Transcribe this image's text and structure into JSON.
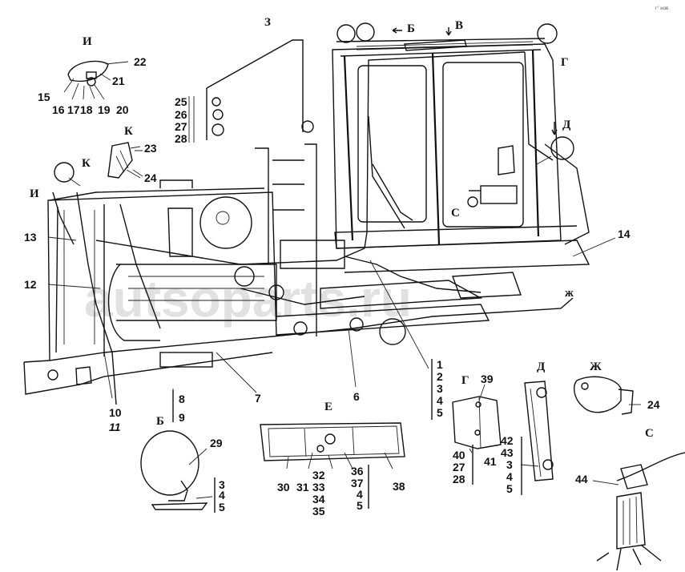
{
  "corner_mark": "г° нов",
  "watermark": "autsoparts.ru",
  "view_letters": {
    "I": "И",
    "K": "К",
    "Z": "З",
    "B": "Б",
    "V": "В",
    "G": "Г",
    "D": "Д",
    "E": "Е",
    "ZH": "Ж",
    "S": "С",
    "K2": "К",
    "I2": "И",
    "B2": "Б",
    "G2": "Г",
    "D2": "Д",
    "ZH2": "Ж",
    "ZH3": "ж",
    "S2": "С"
  },
  "callouts": {
    "n1": "1",
    "n2": "2",
    "n3": "3",
    "n4": "4",
    "n5": "5",
    "n6": "6",
    "n7": "7",
    "n8": "8",
    "n9": "9",
    "n10": "10",
    "n11": "11",
    "n12": "12",
    "n13": "13",
    "n14": "14",
    "n15": "15",
    "n16": "16",
    "n17": "17",
    "n18": "18",
    "n19": "19",
    "n20": "20",
    "n21": "21",
    "n22": "22",
    "n23": "23",
    "n24": "24",
    "n25": "25",
    "n26": "26",
    "n27": "27",
    "n28": "28",
    "n29": "29",
    "b3": "3",
    "b4": "4",
    "b5": "5",
    "n30": "30",
    "n31": "31",
    "n32": "32",
    "n33": "33",
    "n34": "34",
    "n35": "35",
    "n36": "36",
    "n37": "37",
    "e4": "4",
    "e5": "5",
    "n38": "38",
    "n39": "39",
    "n40": "40",
    "g27": "27",
    "g28": "28",
    "n41": "41",
    "n42": "42",
    "n43": "43",
    "d3": "3",
    "d4": "4",
    "d5": "5",
    "zh24": "24",
    "n44": "44"
  }
}
